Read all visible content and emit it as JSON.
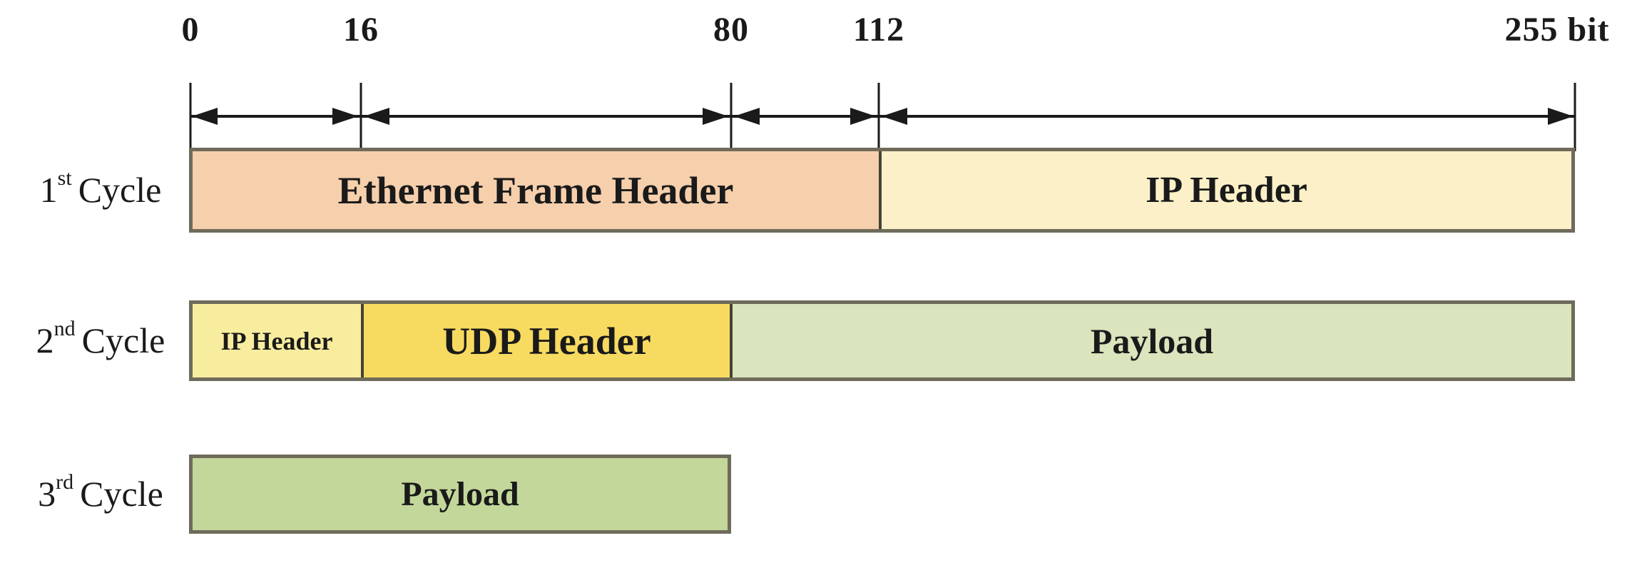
{
  "axis": {
    "ticks": [
      {
        "label": "0"
      },
      {
        "label": "16"
      },
      {
        "label": "80"
      },
      {
        "label": "112"
      },
      {
        "label": "255 bit"
      }
    ]
  },
  "rows": [
    {
      "cycle": {
        "num": "1",
        "ord": "st",
        "word": "Cycle"
      },
      "blocks": [
        {
          "label": "Ethernet Frame Header"
        },
        {
          "label": "IP Header"
        }
      ]
    },
    {
      "cycle": {
        "num": "2",
        "ord": "nd",
        "word": "Cycle"
      },
      "blocks": [
        {
          "label": "IP Header"
        },
        {
          "label": "UDP Header"
        },
        {
          "label": "Payload"
        }
      ]
    },
    {
      "cycle": {
        "num": "3",
        "ord": "rd",
        "word": "Cycle"
      },
      "blocks": [
        {
          "label": "Payload"
        }
      ]
    }
  ],
  "colors": {
    "ethernet_frame_header": "#F6CFAC",
    "ip_header_cycle1": "#FCF0C8",
    "ip_header_cycle2": "#F8EC9E",
    "udp_header": "#F7DA60",
    "payload_cycle2": "#DAE4BD",
    "payload_cycle3": "#C3D79A",
    "block_border": "#6F6B5B",
    "axis_ink": "#1A1A1A"
  }
}
